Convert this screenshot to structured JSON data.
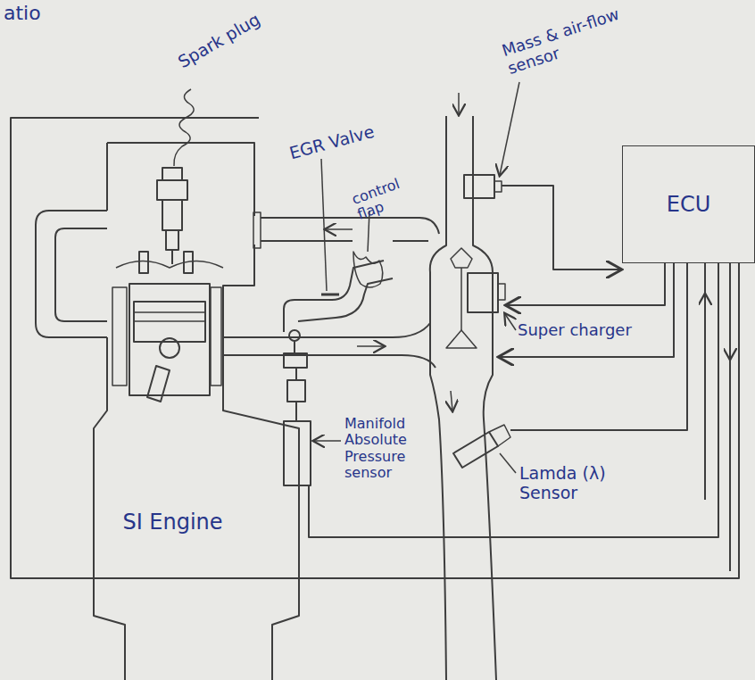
{
  "diagram": {
    "nodes": [
      {
        "text": [
          "SI Engine"
        ]
      },
      {
        "text": [
          "ECU"
        ]
      }
    ],
    "labels": [
      "atio",
      "Spark plug",
      "Mass & air-flow sensor",
      "EGR Valve",
      "control flap",
      "Super charger",
      "Manifold Absolute Pressure sensor",
      "Lamda (λ) Sensor"
    ]
  }
}
